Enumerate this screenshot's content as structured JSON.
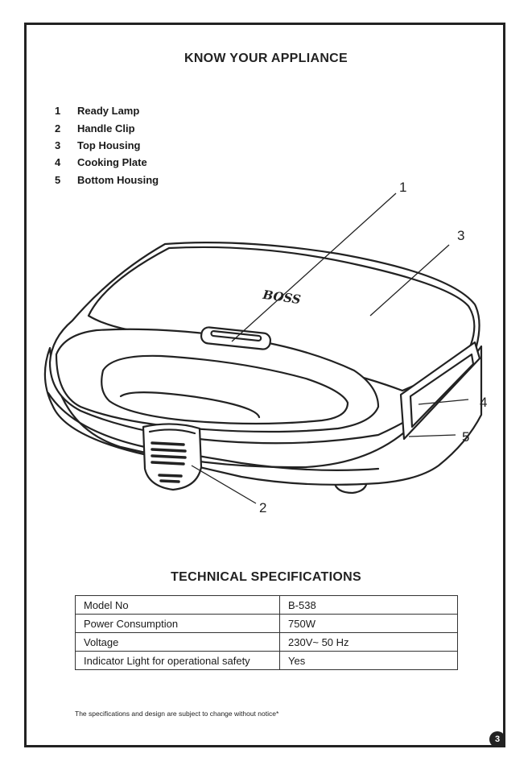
{
  "headings": {
    "know": "KNOW YOUR APPLIANCE",
    "tech": "TECHNICAL SPECIFICATIONS"
  },
  "parts": [
    {
      "num": "1",
      "label": "Ready Lamp"
    },
    {
      "num": "2",
      "label": "Handle Clip"
    },
    {
      "num": "3",
      "label": "Top Housing"
    },
    {
      "num": "4",
      "label": "Cooking Plate"
    },
    {
      "num": "5",
      "label": "Bottom Housing"
    }
  ],
  "diagram": {
    "brand": "BOSS",
    "callouts": [
      "1",
      "2",
      "3",
      "4",
      "5"
    ]
  },
  "specs": [
    {
      "label": "Model No",
      "value": "B-538"
    },
    {
      "label": "Power Consumption",
      "value": "750W"
    },
    {
      "label": "Voltage",
      "value": "230V~ 50 Hz"
    },
    {
      "label": "Indicator Light for operational safety",
      "value": "Yes"
    }
  ],
  "footer": {
    "note": "The specifications and design are subject to change without notice*",
    "page": "3"
  }
}
